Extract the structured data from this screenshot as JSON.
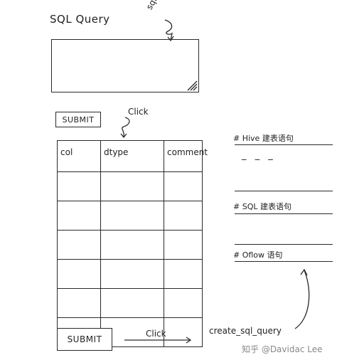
{
  "query_section": {
    "title": "SQL Query",
    "annotation": "sql"
  },
  "buttons": {
    "submit_top": "SUBMIT",
    "submit_bottom": "SUBMIT"
  },
  "annotations": {
    "click_top": "Click",
    "click_bottom": "Click",
    "create_sql_query": "create_sql_query"
  },
  "table": {
    "columns": [
      "col",
      "dtype",
      "comment"
    ],
    "ellipsis": ". . ."
  },
  "side_panels": {
    "hive_label": "# Hive 建表语句",
    "hive_placeholder": "_ _ _",
    "sql_label": "# SQL 建表语句",
    "oflow_label": "# Oflow 语句"
  },
  "watermark": "知乎 @Davidac Lee"
}
